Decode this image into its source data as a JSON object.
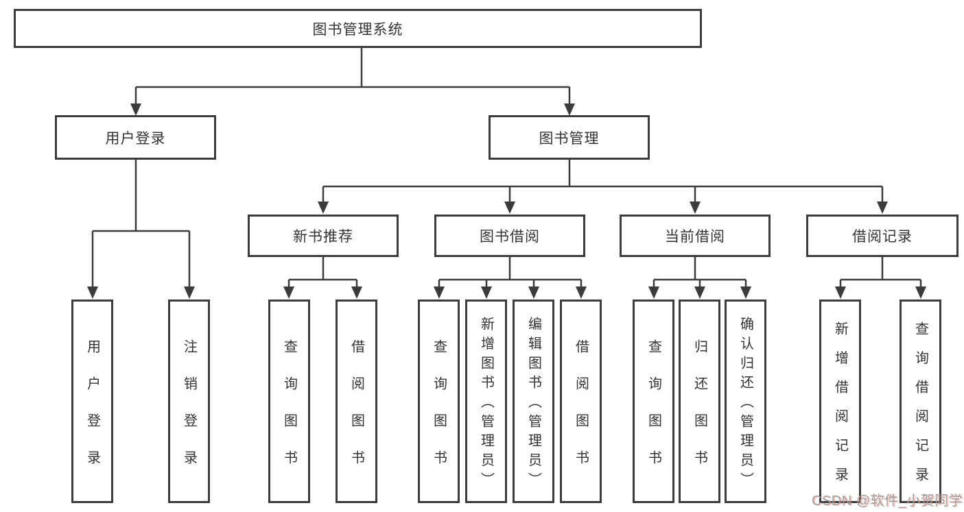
{
  "diagram": {
    "root": "图书管理系统",
    "user_login": "用户登录",
    "book_mgmt": "图书管理",
    "modules": [
      "新书推荐",
      "图书借阅",
      "当前借阅",
      "借阅记录"
    ],
    "user_login_children": [
      "用户登录",
      "注销登录"
    ],
    "new_books_children": [
      "查询图书",
      "借阅图书"
    ],
    "borrow_children": [
      "查询图书",
      "新增图书（管理员）",
      "编辑图书（管理员）",
      "借阅图书"
    ],
    "current_children": [
      "查询图书",
      "归还图书",
      "确认归还（管理员）"
    ],
    "records_children": [
      "新增借阅记录",
      "查询借阅记录"
    ]
  },
  "colors": {
    "line": "#3b3b3b",
    "text": "#333333",
    "background": "#ffffff",
    "watermark": "#9e9e9e"
  },
  "watermark": "CSDN @软件_小贺同学"
}
